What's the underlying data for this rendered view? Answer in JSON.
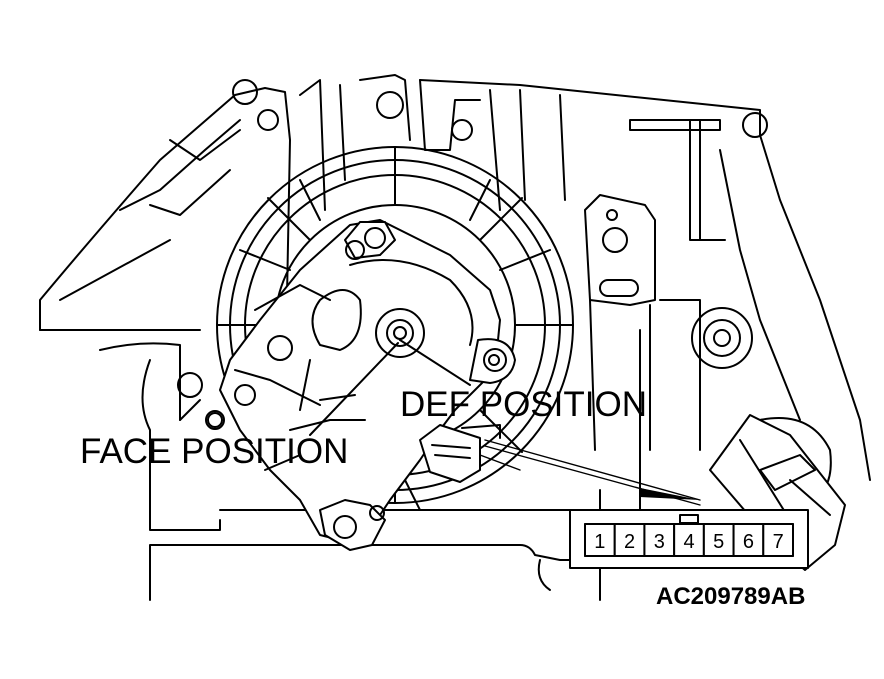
{
  "labels": {
    "def_position": "DEF POSITION",
    "face_position": "FACE POSITION",
    "figure_code": "AC209789AB"
  },
  "connector": {
    "pins": [
      "1",
      "2",
      "3",
      "4",
      "5",
      "6",
      "7"
    ]
  }
}
